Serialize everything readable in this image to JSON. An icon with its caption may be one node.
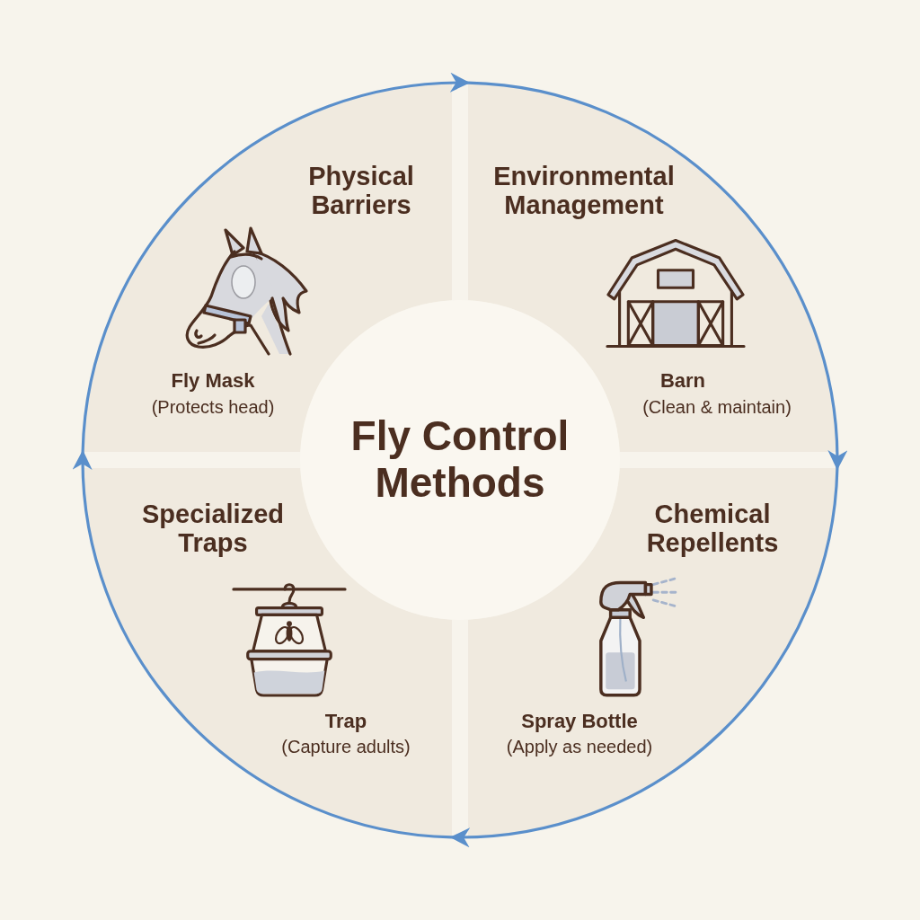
{
  "diagram": {
    "nodes": [
      {
        "text": [
          "Physical Barriers",
          "Fly Mask",
          "(Protects head)"
        ]
      },
      {
        "text": [
          "Environmental Management",
          "Barn",
          "(Clean & maintain)"
        ]
      },
      {
        "text": [
          "Fly Control Methods"
        ]
      },
      {
        "text": [
          "Specialized Traps",
          "Trap",
          "(Capture adults)"
        ]
      },
      {
        "text": [
          "Chemical Repellents",
          "Spray Bottle",
          "(Apply as needed)"
        ]
      }
    ],
    "edges": [
      {
        "from": 0,
        "to": 1,
        "arrow": "to"
      },
      {
        "from": 1,
        "to": 4,
        "arrow": "to"
      },
      {
        "from": 4,
        "to": 3,
        "arrow": "to"
      },
      {
        "from": 3,
        "to": 0,
        "arrow": "to"
      }
    ]
  }
}
